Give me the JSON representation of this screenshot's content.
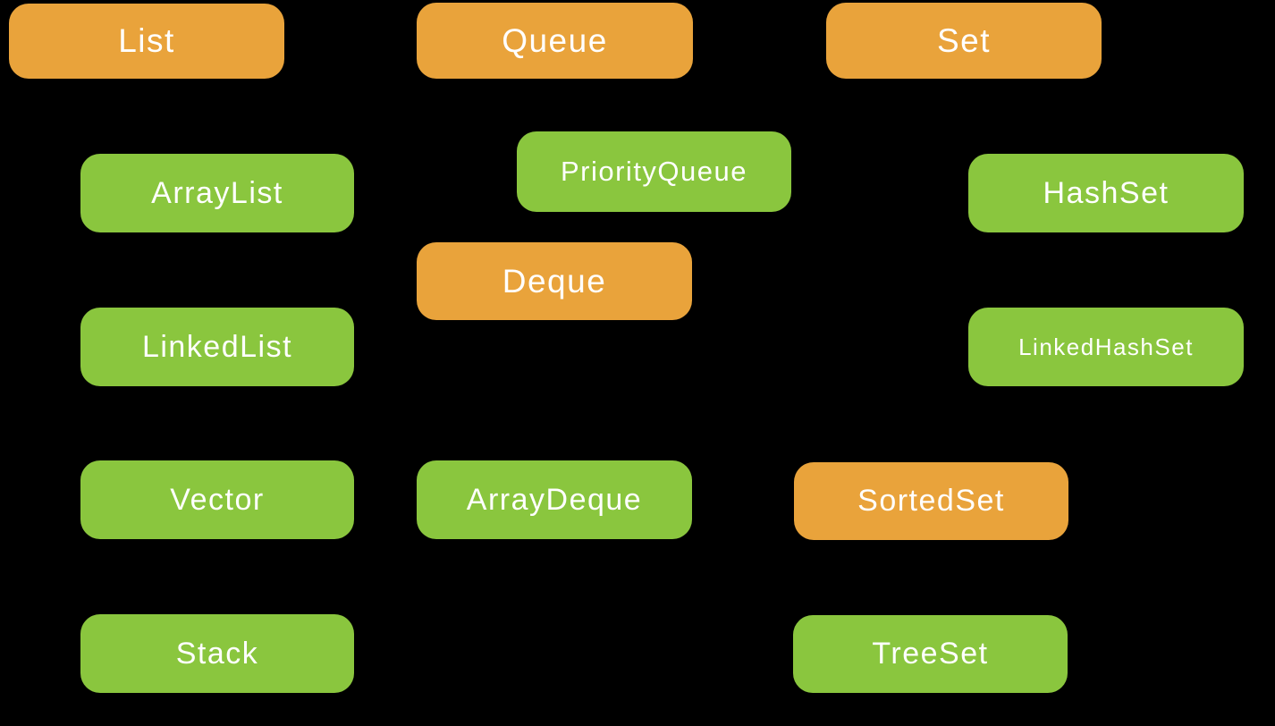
{
  "colors": {
    "interface_box_orange": "#e9a33b",
    "class_box_green": "#8ac63e",
    "label_text": "#ffffff",
    "background": "#000000"
  },
  "nodes": [
    {
      "label": "List",
      "color": "orange"
    },
    {
      "label": "Queue",
      "color": "orange"
    },
    {
      "label": "Set",
      "color": "orange"
    },
    {
      "label": "ArrayList",
      "color": "green"
    },
    {
      "label": "PriorityQueue",
      "color": "green"
    },
    {
      "label": "HashSet",
      "color": "green"
    },
    {
      "label": "Deque",
      "color": "orange"
    },
    {
      "label": "LinkedList",
      "color": "green"
    },
    {
      "label": "LinkedHashSet",
      "color": "green"
    },
    {
      "label": "Vector",
      "color": "green"
    },
    {
      "label": "ArrayDeque",
      "color": "green"
    },
    {
      "label": "SortedSet",
      "color": "orange"
    },
    {
      "label": "Stack",
      "color": "green"
    },
    {
      "label": "TreeSet",
      "color": "green"
    }
  ]
}
